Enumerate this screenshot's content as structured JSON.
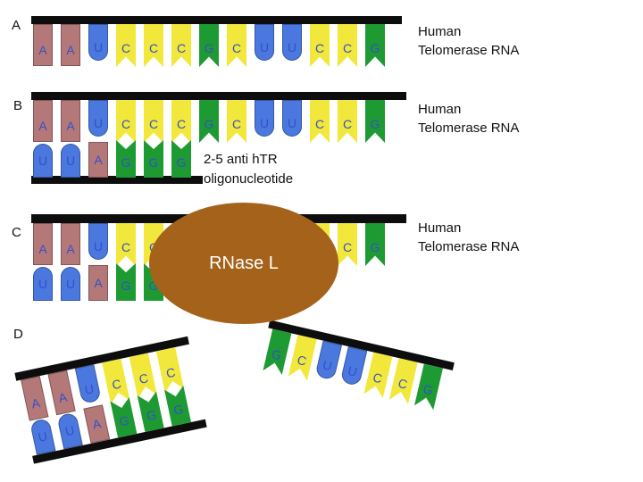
{
  "labels": {
    "panel_a": "A",
    "panel_b": "B",
    "panel_c": "C",
    "panel_d": "D",
    "htr_line1": "Human",
    "htr_line2": "Telomerase RNA",
    "oligo_line1": "2-5 anti hTR",
    "oligo_line2": "oligonucleotide",
    "enzyme": "RNase L"
  },
  "sequences": {
    "htr": [
      "A",
      "A",
      "U",
      "C",
      "C",
      "C",
      "G",
      "C",
      "U",
      "U",
      "C",
      "C",
      "G"
    ],
    "oligo": [
      "U",
      "U",
      "A",
      "G",
      "G",
      "G"
    ],
    "fragment_left_top": [
      "A",
      "A",
      "U",
      "C",
      "C",
      "C"
    ],
    "fragment_left_bottom": [
      "U",
      "U",
      "A",
      "G",
      "G",
      "G"
    ],
    "fragment_right": [
      "G",
      "C",
      "U",
      "U",
      "C",
      "C",
      "G"
    ]
  },
  "colors": {
    "A": "#b47878",
    "U": "#4a78de",
    "C": "#f2e83c",
    "G": "#1e9a32",
    "backbone": "#0d0d0d",
    "enzyme": "#a5621a",
    "enzyme_text": "#ffffff",
    "letter": "#3450c8"
  }
}
